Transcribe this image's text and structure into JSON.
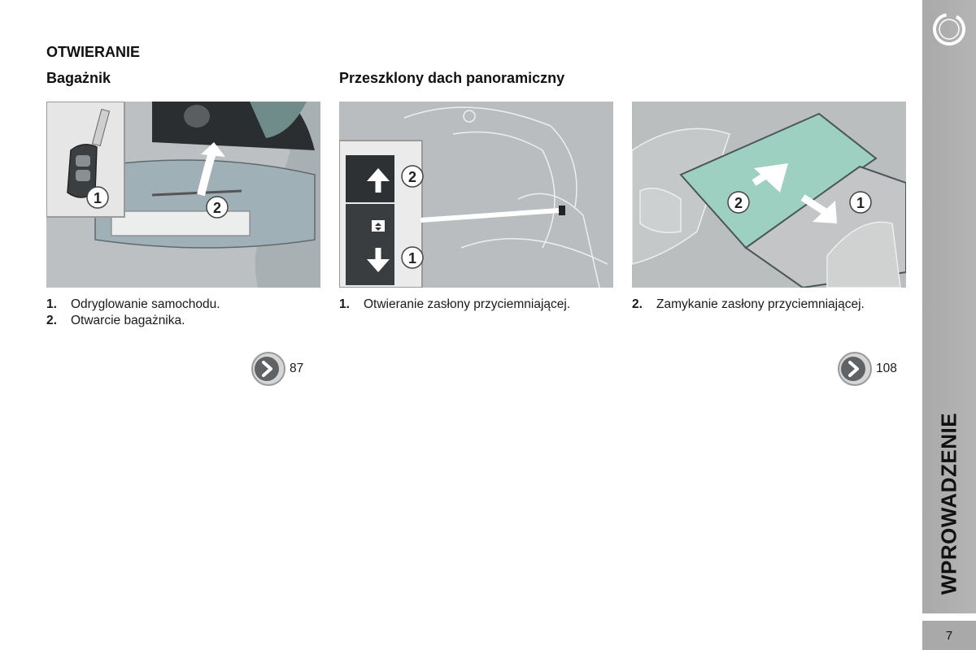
{
  "section": {
    "title": "OTWIERANIE",
    "left_heading": "Bagażnik",
    "right_heading": "Przeszklony dach panoramiczny"
  },
  "trunk": {
    "captions": [
      {
        "num": "1.",
        "text": "Odryglowanie samochodu."
      },
      {
        "num": "2.",
        "text": "Otwarcie bagażnika."
      }
    ],
    "marker_1": "1",
    "marker_2": "2",
    "page_ref": "87"
  },
  "roof_switch": {
    "captions": [
      {
        "num": "1.",
        "text": "Otwieranie zasłony przyciemniającej."
      }
    ],
    "marker_1": "1",
    "marker_2": "2"
  },
  "roof_view": {
    "captions": [
      {
        "num": "2.",
        "text": "Zamykanie zasłony przyciemniającej."
      }
    ],
    "marker_1": "1",
    "marker_2": "2",
    "page_ref": "108"
  },
  "side_tab": {
    "label": "WPROWADZENIE",
    "icon": "chapter-ring-icon",
    "color": "#a9a9a9"
  },
  "page_number": "7"
}
